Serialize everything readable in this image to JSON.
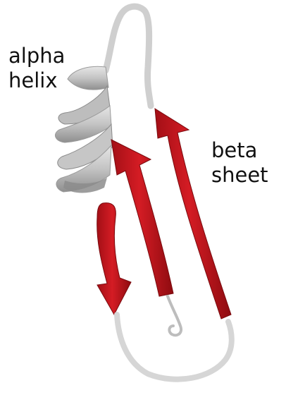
{
  "labels": {
    "alpha": {
      "line1": "alpha",
      "line2": "helix"
    },
    "beta": {
      "line1": "beta",
      "line2": "sheet"
    }
  },
  "colors": {
    "helix": "#c9c9c9",
    "helix_shade": "#8f8f8f",
    "strand": "#c8151d",
    "strand_dark": "#8e0b10",
    "coil": "#d9d9d9",
    "text": "#111111",
    "background": "#ffffff"
  }
}
